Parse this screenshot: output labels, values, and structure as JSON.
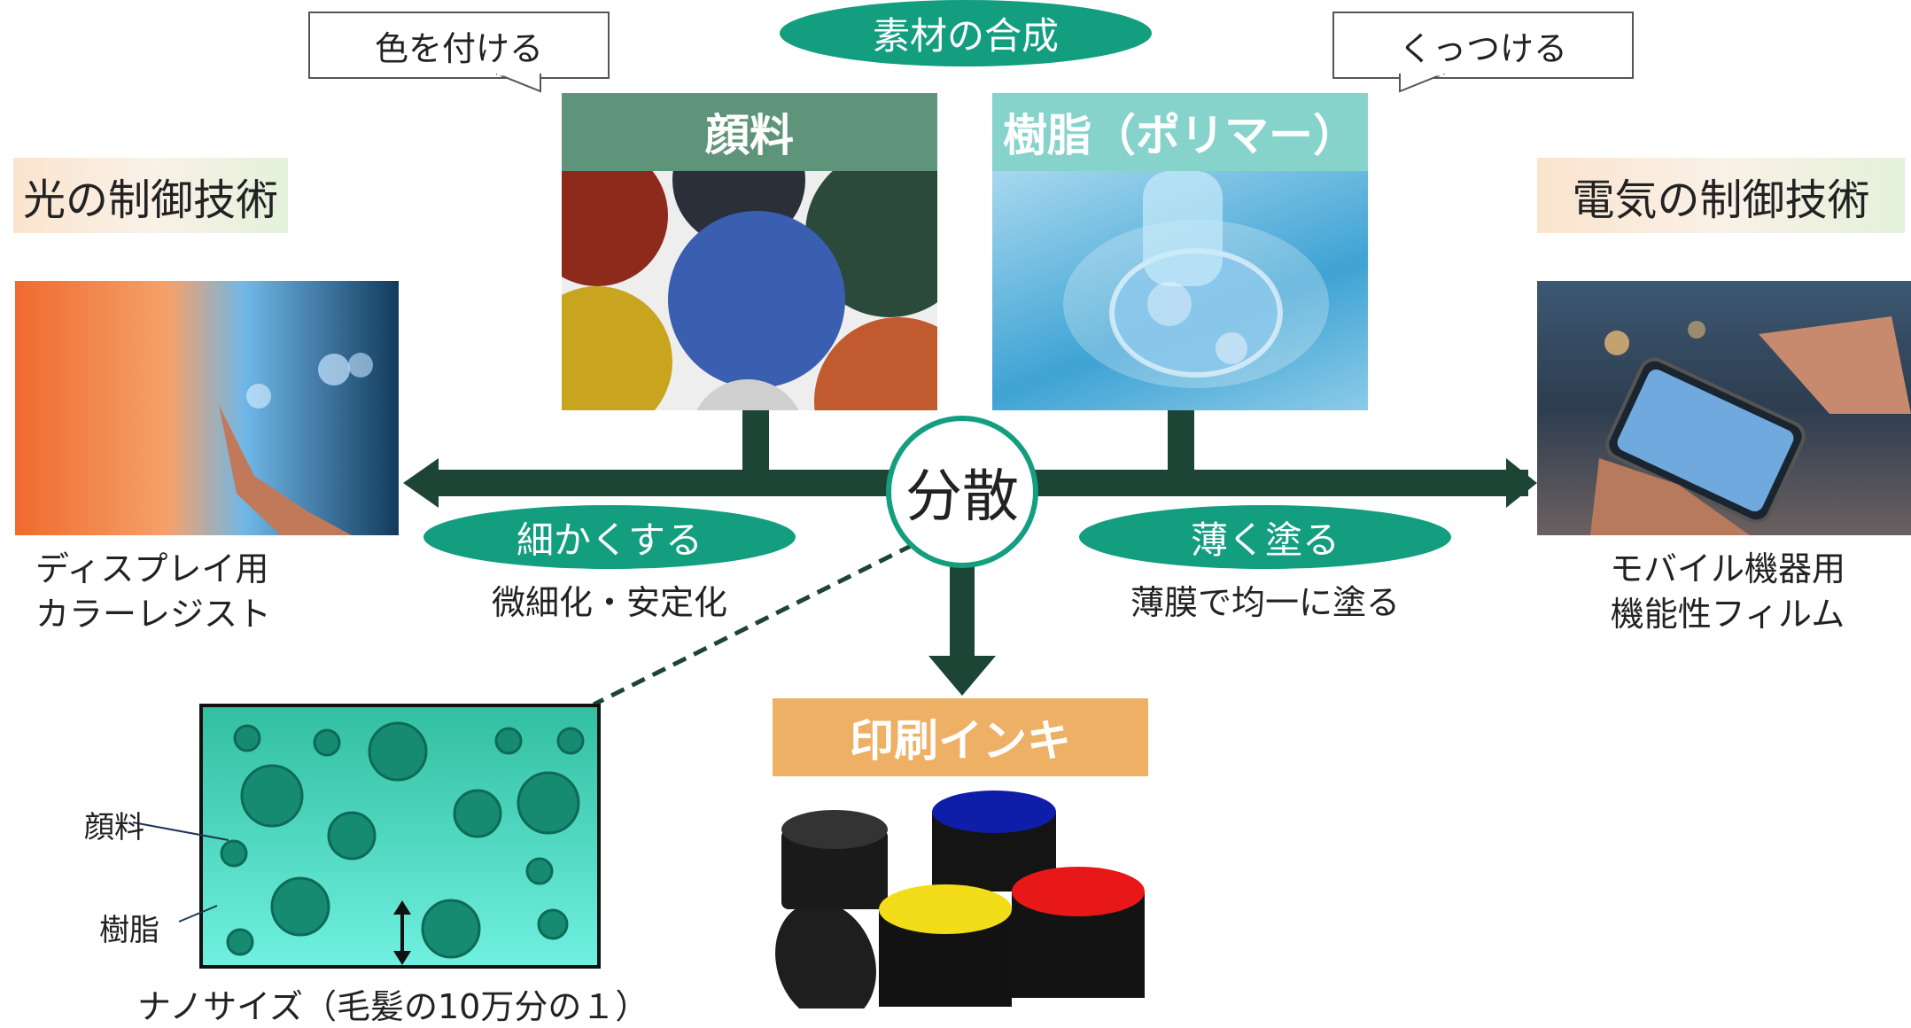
{
  "center": {
    "label": "分散",
    "synthesis": "素材の合成"
  },
  "callouts": {
    "color": "色を付ける",
    "adhere": "くっつける"
  },
  "pigment": {
    "title": "顔料",
    "header_color": "#5e9479"
  },
  "resin": {
    "title": "樹脂（ポリマー）",
    "header_color": "#86d3cc"
  },
  "left": {
    "title": "光の制御技術",
    "caption_line1": "ディスプレイ用",
    "caption_line2": "カラーレジスト"
  },
  "right": {
    "title": "電気の制御技術",
    "caption_line1": "モバイル機器用",
    "caption_line2": "機能性フィルム"
  },
  "actions": {
    "fine": {
      "pill": "細かくする",
      "caption": "微細化・安定化"
    },
    "coat": {
      "pill": "薄く塗る",
      "caption": "薄膜で均一に塗る"
    }
  },
  "ink": {
    "title": "印刷インキ",
    "header_color": "#eeb064"
  },
  "nano": {
    "pigment_label": "顔料",
    "resin_label": "樹脂",
    "size_caption": "ナノサイズ（毛髪の10万分の１）"
  },
  "colors": {
    "arrow": "#1d4535",
    "accent": "#139e80"
  }
}
